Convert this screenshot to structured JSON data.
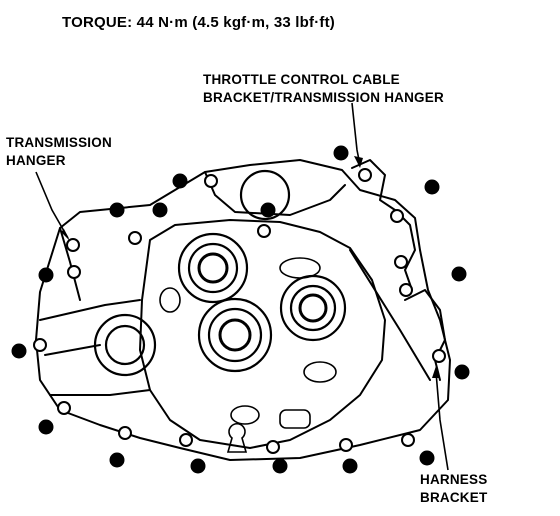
{
  "torque": {
    "label": "TORQUE:",
    "value": "44 N·m (4.5 kgf·m, 33 lbf·ft)"
  },
  "callouts": {
    "throttle_line1": "THROTTLE CONTROL CABLE",
    "throttle_line2": "BRACKET/TRANSMISSION HANGER",
    "hanger_line1": "TRANSMISSION",
    "hanger_line2": "HANGER",
    "harness_line1": "HARNESS",
    "harness_line2": "BRACKET"
  },
  "colors": {
    "ink": "#000000",
    "paper": "#ffffff"
  }
}
